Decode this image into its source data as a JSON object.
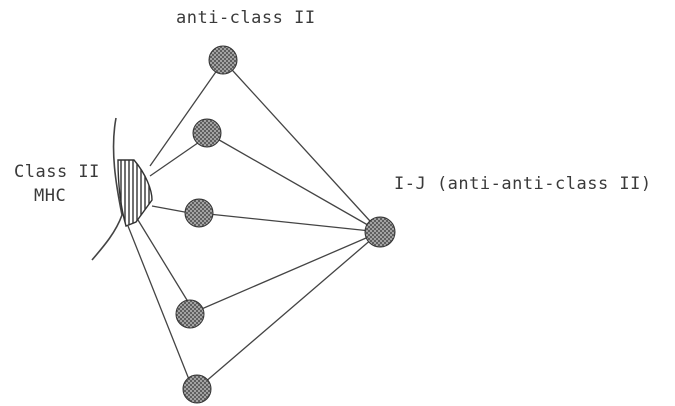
{
  "labels": {
    "top": "anti-class II",
    "right": "I-J (anti-anti-class II)",
    "left_line1": "Class II",
    "left_line2": "MHC"
  },
  "colors": {
    "line": "#444444",
    "node_fill": "#6e6e6e",
    "node_dot": "#cfcfcf",
    "text": "#3a3a3a"
  },
  "nodes": {
    "count_anti_class_ii": 5,
    "count_i_j": 1
  }
}
